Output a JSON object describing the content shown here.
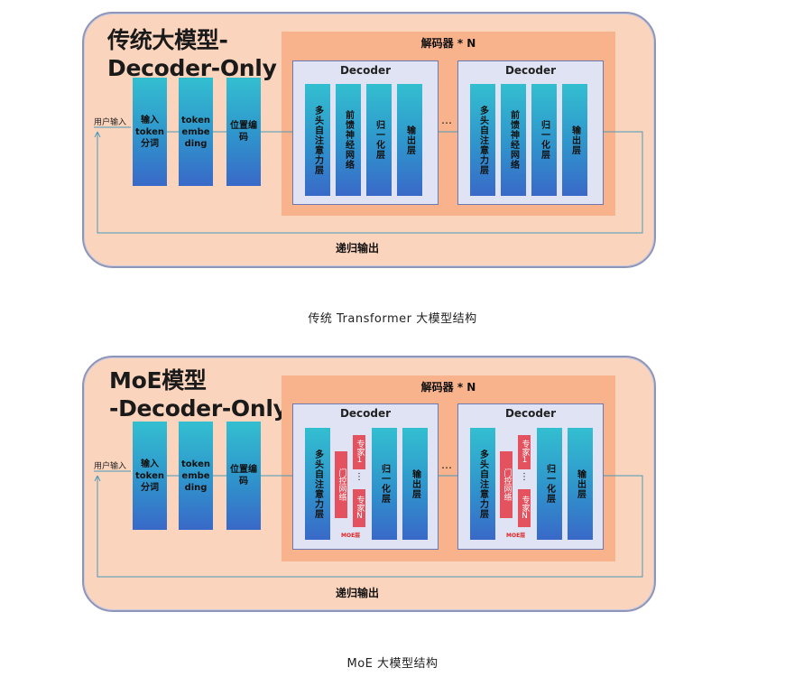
{
  "diagram1": {
    "title": "传统大模型-\nDecoder-Only",
    "user_input": "用户输入",
    "input_blocks": [
      "输入\ntoken\n分词",
      "token\nembe\nding",
      "位置编\n码"
    ],
    "decoder_group_title": "解码器 * N",
    "decoder_label": "Decoder",
    "layers": [
      "多头自注意力层",
      "前馈神经网络",
      "归一化层",
      "输出层"
    ],
    "ellipsis": "…",
    "recursive_output": "递归输出"
  },
  "caption1": "传统 Transformer 大模型结构",
  "diagram2": {
    "title": "MoE模型\n-Decoder-Only",
    "user_input": "用户输入",
    "input_blocks": [
      "输入\ntoken\n分词",
      "token\nembe\nding",
      "位置编\n码"
    ],
    "decoder_group_title": "解码器 * N",
    "decoder_label": "Decoder",
    "attention_layer": "多头自注意力层",
    "gate_network": "门控网络",
    "expert_first": "专家1",
    "expert_dots": "⋮",
    "expert_last": "专家N",
    "moe_layer_tag": "MOE层",
    "norm_layer": "归一化层",
    "output_layer": "输出层",
    "ellipsis": "…",
    "recursive_output": "递归输出"
  },
  "caption2": "MoE 大模型结构",
  "colors": {
    "panel_fill": "#fbd4bd",
    "decoder_group_fill": "#f8b28c",
    "decoder_fill": "#dfe3f3",
    "bar_gradient_top": "#33bfd0",
    "bar_gradient_bottom": "#3969c8",
    "expert_fill": "#e3525e",
    "flow_line": "#4a9ab8"
  }
}
